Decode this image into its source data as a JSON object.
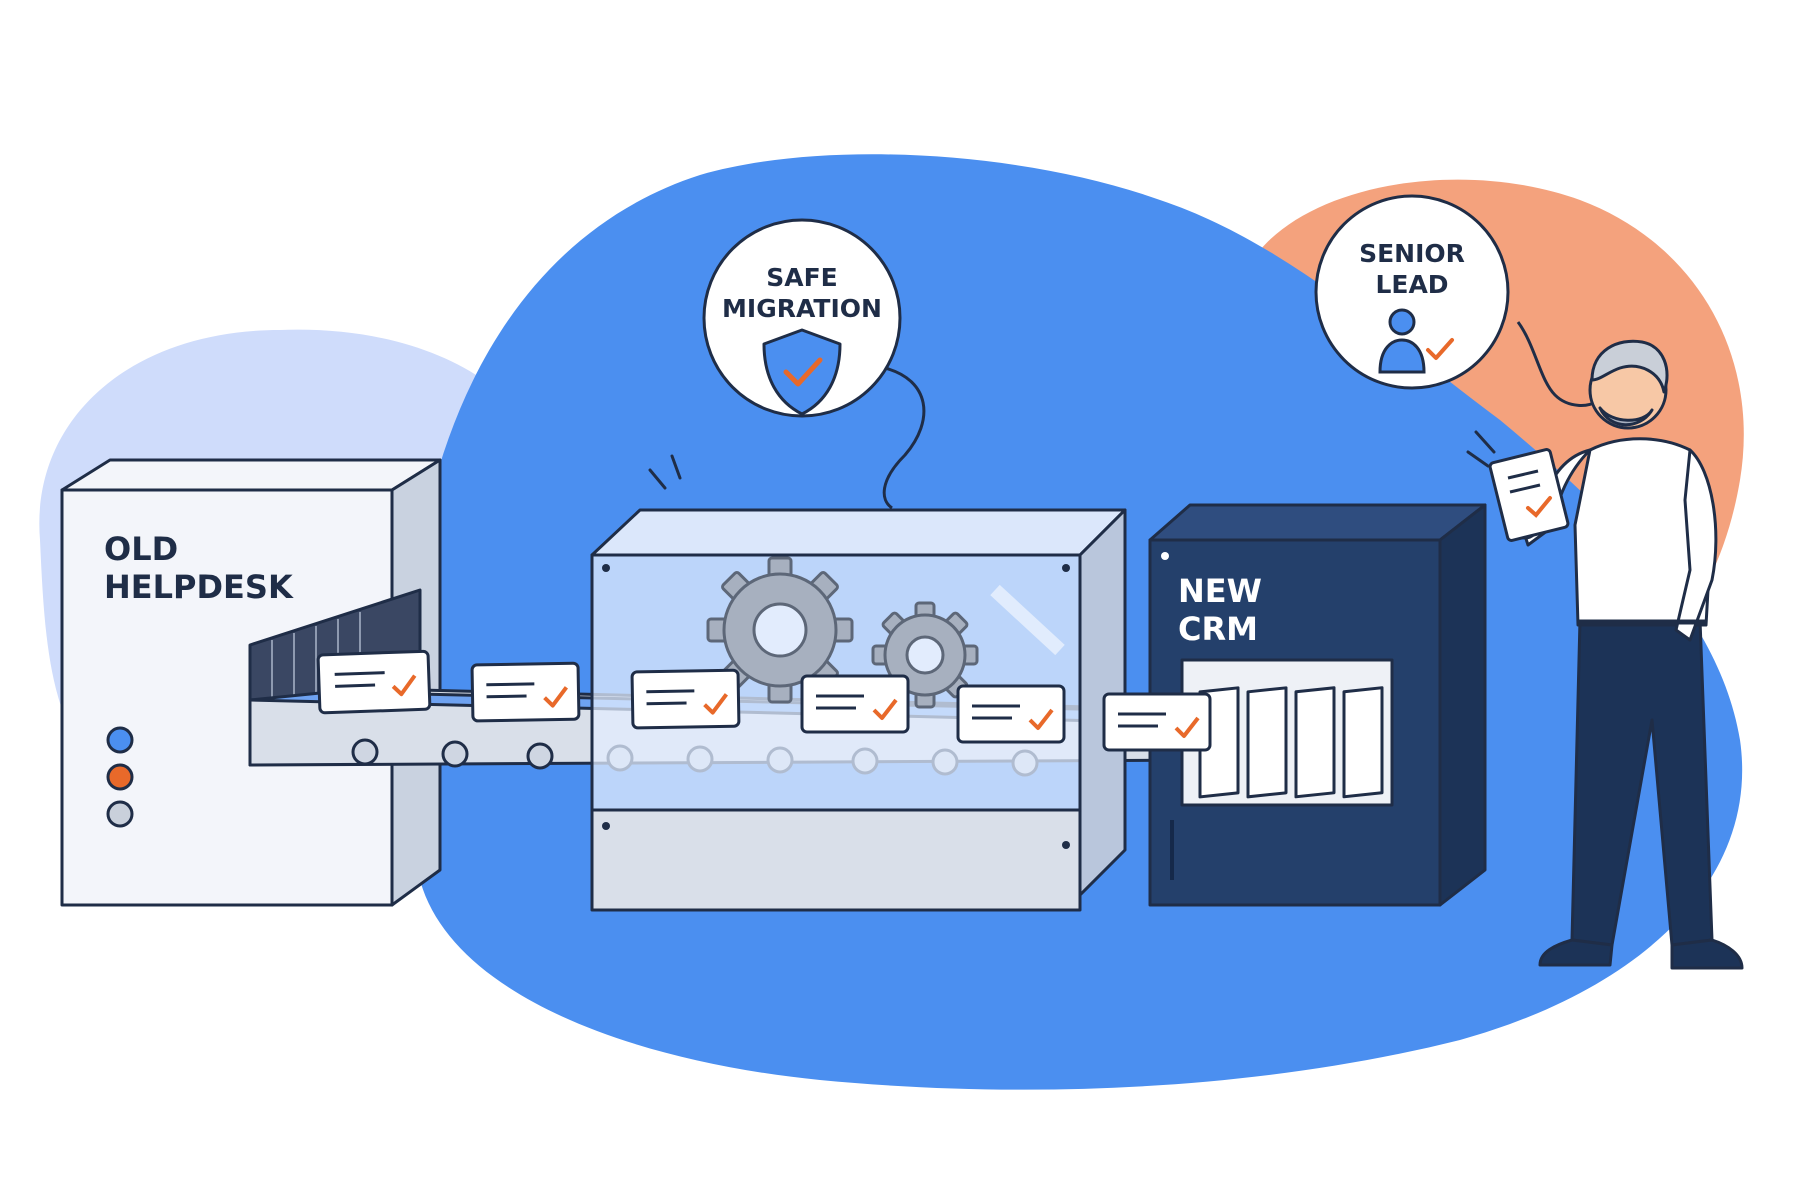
{
  "labels": {
    "old_system": [
      "OLD",
      "HELPDESK"
    ],
    "new_system": [
      "NEW",
      "CRM"
    ],
    "migration_badge": [
      "SAFE",
      "MIGRATION"
    ],
    "lead_badge": [
      "SENIOR",
      "LEAD"
    ]
  },
  "icons": {
    "migration_badge": "shield-check-icon",
    "lead_badge": "user-check-icon",
    "machine": "gear-icon"
  },
  "colors": {
    "primary_blue": "#4b8ff0",
    "navy": "#24406b",
    "accent_orange": "#e8692a",
    "peach": "#f4a27d",
    "lavender": "#cfdcfb",
    "outline": "#1f2d47",
    "light_gray": "#e9edf3"
  },
  "status_lights": [
    "#4b8ff0",
    "#e8692a",
    "#c9d0db"
  ]
}
